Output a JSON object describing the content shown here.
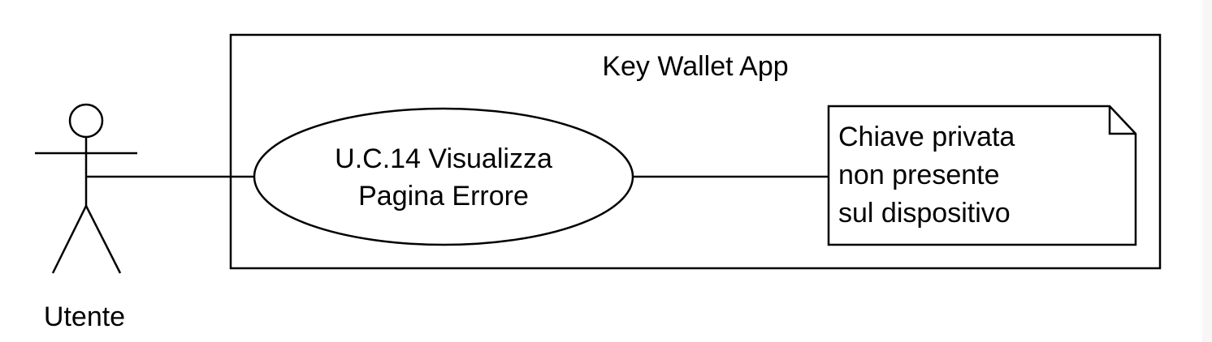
{
  "diagram": {
    "system": {
      "title": "Key Wallet App"
    },
    "actor": {
      "name": "Utente"
    },
    "use_case": {
      "line1": "U.C.14 Visualizza",
      "line2": "Pagina Errore"
    },
    "note": {
      "line1": "Chiave privata",
      "line2": "non presente",
      "line3": "sul dispositivo"
    }
  },
  "colors": {
    "stroke": "#000000",
    "background": "#ffffff"
  }
}
